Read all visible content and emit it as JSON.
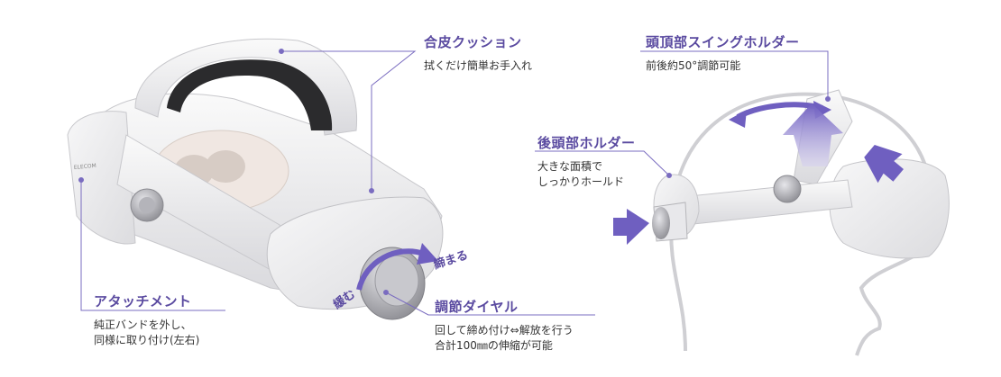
{
  "callouts": {
    "cushion": {
      "title": "合皮クッション",
      "desc": [
        "拭くだけ簡単お手入れ"
      ]
    },
    "top_holder": {
      "title": "頭頂部スイングホルダー",
      "desc": [
        "前後約50°調節可能"
      ]
    },
    "rear_holder": {
      "title": "後頭部ホルダー",
      "desc": [
        "大きな面積で",
        "しっかりホールド"
      ]
    },
    "attachment": {
      "title": "アタッチメント",
      "desc": [
        "純正バンドを外し、",
        "同様に取り付け(左右)"
      ]
    },
    "dial": {
      "title": "調節ダイヤル",
      "desc": [
        "回して締め付け⇔解放を行う",
        "合計100㎜の伸縮が可能"
      ]
    }
  },
  "dial_tags": {
    "tighten": "締まる",
    "loosen": "緩む"
  },
  "device_brand": "ELECOM",
  "colors": {
    "accent": "#5a4aa0",
    "arrow": "#7a6cc0",
    "line": "#7a6cc0",
    "strap": "#f2f2f4",
    "cushion": "#2b2b2d"
  }
}
